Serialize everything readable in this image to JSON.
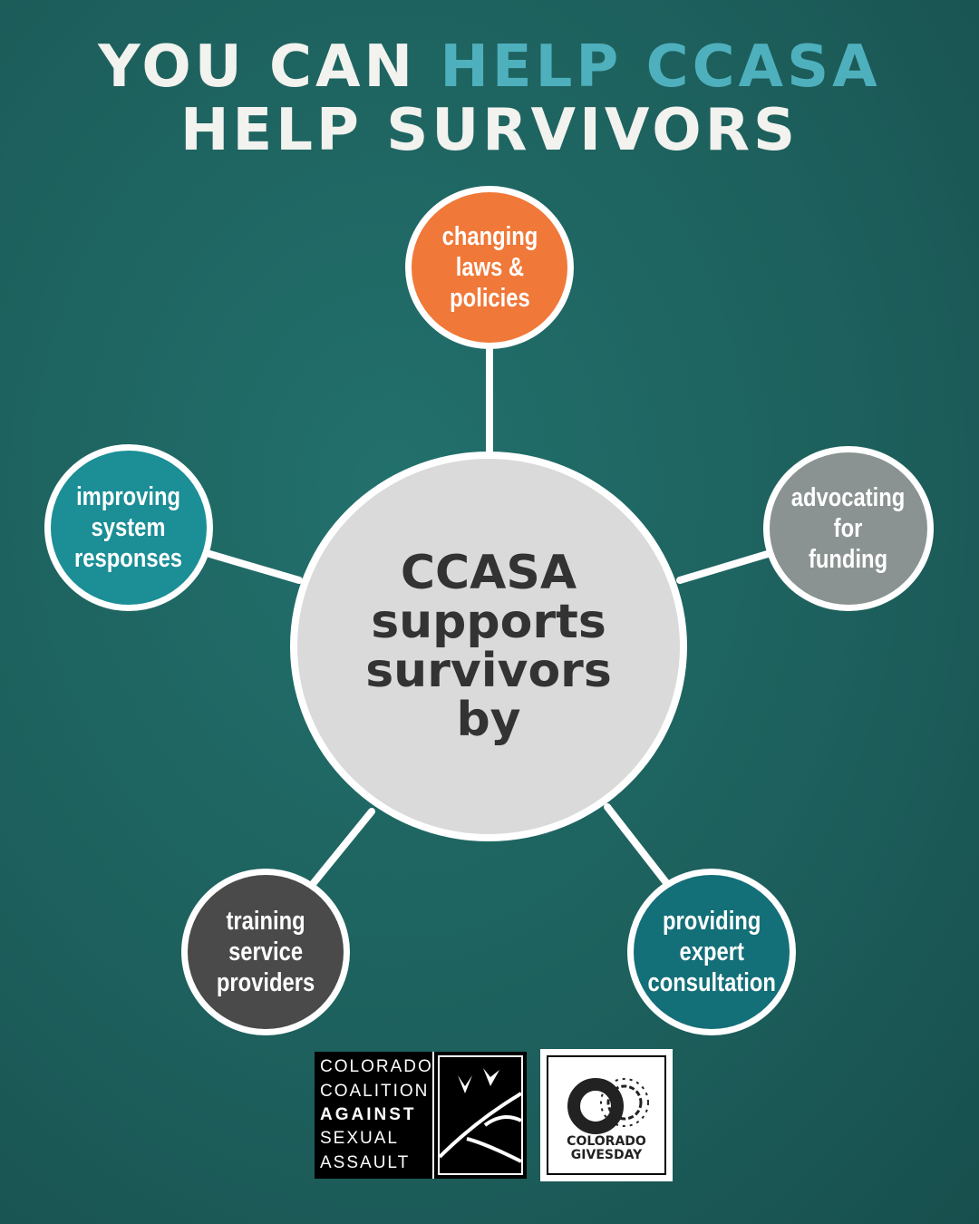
{
  "title": {
    "line1_plain": "YOU CAN ",
    "line1_highlight": "HELP CCASA",
    "line2": "HELP SURVIVORS"
  },
  "center": {
    "text": "CCASA\nsupports\nsurvivors\nby"
  },
  "bubbles": [
    {
      "text": "changing\nlaws &\npolicies",
      "color": "#f07838"
    },
    {
      "text": "advocating\nfor\nfunding",
      "color": "#8a9391"
    },
    {
      "text": "providing\nexpert\nconsultation",
      "color": "#136f78"
    },
    {
      "text": "training\nservice\nproviders",
      "color": "#4a4a4a"
    },
    {
      "text": "improving\nsystem\nresponses",
      "color": "#1b8e96"
    }
  ],
  "logos": {
    "ccasa": {
      "lines": [
        "COLORADO",
        "COALITION",
        "AGAINST",
        "SEXUAL",
        "ASSAULT"
      ]
    },
    "gives_day": {
      "line1": "COLORADO",
      "line2": "GIVESDAY"
    }
  }
}
